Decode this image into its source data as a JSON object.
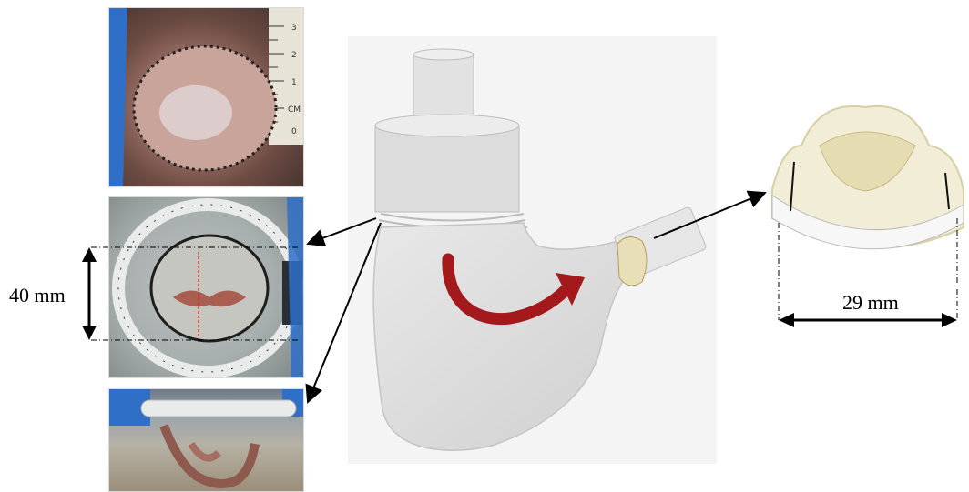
{
  "dimensions": {
    "left_height_label": "40 mm",
    "right_width_label": "29 mm"
  },
  "photos": {
    "top": "sutured-tissue-photo",
    "middle": "valve-ring-top-view-photo",
    "bottom": "valve-ring-side-view-photo",
    "right": "prosthetic-valve-photo"
  },
  "ruler_marks": [
    "3",
    "2",
    "1",
    "CM",
    "0"
  ],
  "colors": {
    "arrow_black": "#000000",
    "flow_arrow_red": "#a4191c",
    "glove_blue": "#2f6fc8"
  }
}
